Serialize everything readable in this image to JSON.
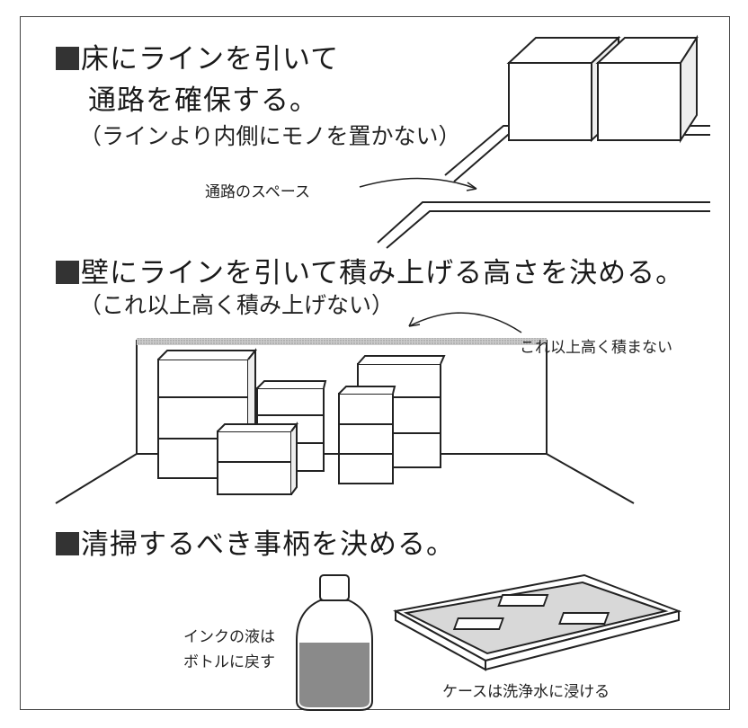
{
  "section1": {
    "heading_line1": "床にラインを引いて",
    "heading_line2": "通路を確保する。",
    "note": "（ラインより内側にモノを置かない）",
    "callout": "通路のスペース"
  },
  "section2": {
    "heading": "壁にラインを引いて積み上げる高さを決める。",
    "note": "（これ以上高く積み上げない）",
    "callout": "これ以上高く積まない"
  },
  "section3": {
    "heading": "清掃するべき事柄を決める。",
    "bottle_label_line1": "インクの液は",
    "bottle_label_line2": "ボトルに戻す",
    "tray_label": "ケースは洗浄水に浸ける"
  }
}
